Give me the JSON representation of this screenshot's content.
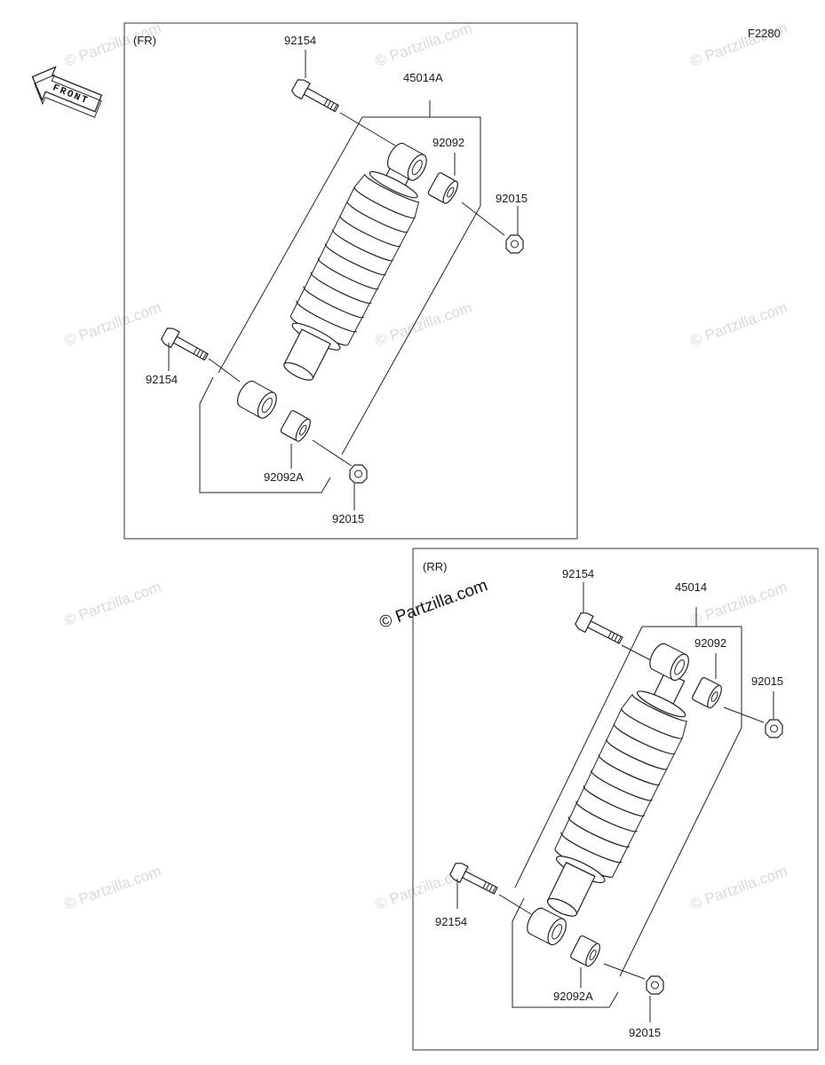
{
  "figure_code": "F2280",
  "front_arrow_text": "FRONT",
  "watermark": "© Partzilla.com",
  "front_shock": {
    "panel_label": "(FR)",
    "assembly_part": "45014A",
    "bolt_top": "92154",
    "bushing_top": "92092",
    "nut_top": "92015",
    "bolt_bottom": "92154",
    "bushing_bottom": "92092A",
    "nut_bottom": "92015"
  },
  "rear_shock": {
    "panel_label": "(RR)",
    "assembly_part": "45014",
    "bolt_top": "92154",
    "bushing_top": "92092",
    "nut_top": "92015",
    "bolt_bottom": "92154",
    "bushing_bottom": "92092A",
    "nut_bottom": "92015"
  }
}
